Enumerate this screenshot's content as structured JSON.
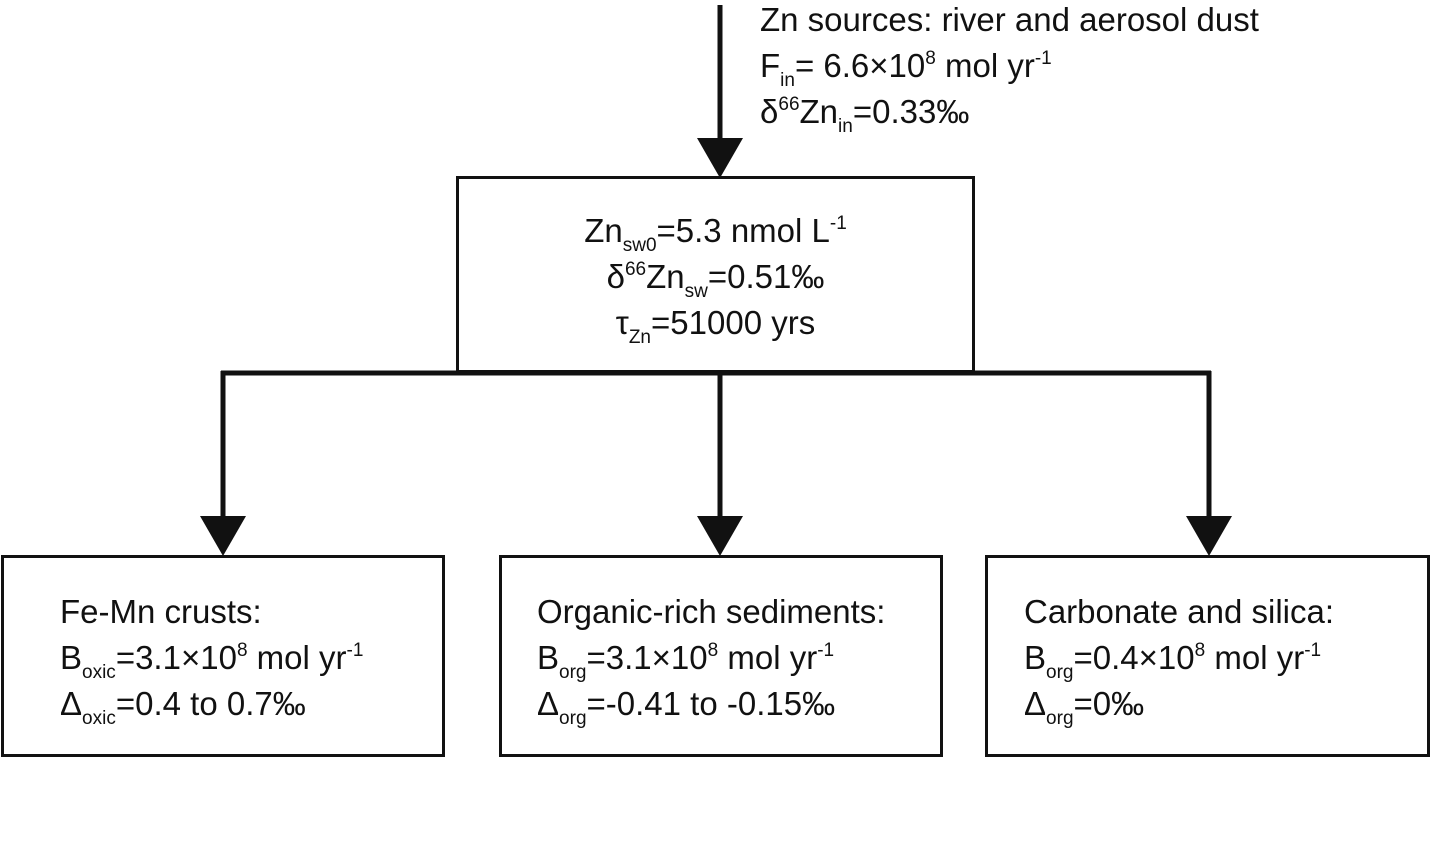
{
  "source": {
    "title": "Zn sources: river and aerosol dust",
    "flux": {
      "sym": "F",
      "sub": "in",
      "eq": "= 6.6×10",
      "exp": "8",
      "unit": " mol yr",
      "unit_exp": "-1"
    },
    "isotope": {
      "pre": "δ",
      "sup": "66",
      "sym": "Zn",
      "sub": "in",
      "eq": "=0.33‰"
    }
  },
  "reservoir": {
    "conc": {
      "sym": "Zn",
      "sub": "sw0",
      "eq": "=5.3 nmol L",
      "exp": "-1"
    },
    "isotope": {
      "pre": "δ",
      "sup": "66",
      "sym": "Zn",
      "sub": "sw",
      "eq": "=0.51‰"
    },
    "residence": {
      "sym": "τ",
      "sub": "Zn",
      "eq": "=51000 yrs"
    }
  },
  "sinks": [
    {
      "title": "Fe-Mn crusts:",
      "flux": {
        "sym": "B",
        "sub": "oxic",
        "eq": "=3.1×10",
        "exp": "8",
        "unit": " mol yr",
        "unit_exp": "-1"
      },
      "frac": {
        "sym": "Δ",
        "sub": "oxic",
        "eq": "=0.4 to 0.7‰"
      }
    },
    {
      "title": "Organic-rich sediments:",
      "flux": {
        "sym": "B",
        "sub": "org",
        "eq": "=3.1×10",
        "exp": "8",
        "unit": " mol yr",
        "unit_exp": "-1"
      },
      "frac": {
        "sym": "Δ",
        "sub": "org",
        "eq": "=-0.41 to -0.15‰"
      }
    },
    {
      "title": "Carbonate and silica:",
      "flux": {
        "sym": "B",
        "sub": "org",
        "eq": "=0.4×10",
        "exp": "8",
        "unit": " mol yr",
        "unit_exp": "-1"
      },
      "frac": {
        "sym": "Δ",
        "sub": "org",
        "eq": "=0‰"
      }
    }
  ]
}
